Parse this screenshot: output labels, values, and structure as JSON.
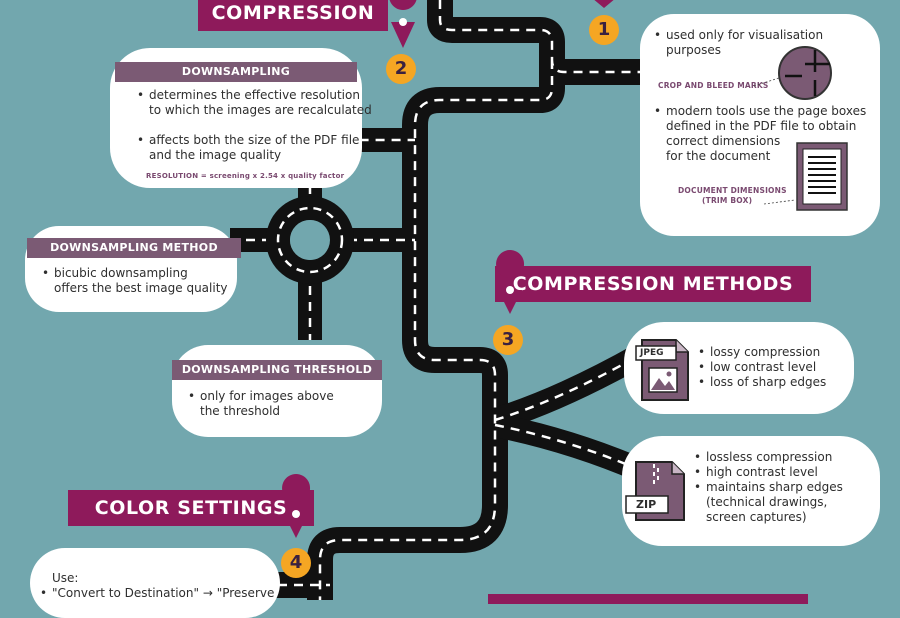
{
  "banners": {
    "compression": "COMPRESSION",
    "compression_methods": "COMPRESSION METHODS",
    "color_settings": "COLOR SETTINGS"
  },
  "badges": [
    "1",
    "2",
    "3",
    "4"
  ],
  "step1": {
    "bullet1_line1": "used only for visualisation",
    "bullet1_line2": "purposes",
    "crop_label": "CROP AND BLEED MARKS",
    "bullet2_line1": "modern tools use the page boxes",
    "bullet2_line2": "defined in the PDF file to obtain",
    "bullet2_line3": "correct dimensions",
    "bullet2_line4": "for the document",
    "doc_label_line1": "DOCUMENT DIMENSIONS",
    "doc_label_line2": "(TRIM BOX)"
  },
  "downsampling": {
    "header": "DOWNSAMPLING",
    "b1_line1": "determines the effective resolution",
    "b1_line2": "to which the images are recalculated",
    "b2_line1": "affects both the size of the PDF file",
    "b2_line2": "and the image quality",
    "formula": "RESOLUTION = screening x 2.54 x quality factor"
  },
  "downsampling_method": {
    "header": "DOWNSAMPLING METHOD",
    "line1": "bicubic downsampling",
    "line2": "offers the best image quality"
  },
  "downsampling_threshold": {
    "header": "DOWNSAMPLING THRESHOLD",
    "line1": "only for images above",
    "line2": "the threshold"
  },
  "jpeg": {
    "icon_label": "JPEG",
    "items": [
      "lossy compression",
      "low contrast level",
      "loss of sharp edges"
    ]
  },
  "zip": {
    "icon_label": "ZIP",
    "items": [
      "lossless compression",
      "high contrast level",
      "maintains sharp edges"
    ],
    "extra1": "(technical drawings,",
    "extra2": "screen captures)"
  },
  "color": {
    "use": "Use:",
    "line1": "\"Convert to Destination\" → \"Preserve"
  },
  "colors": {
    "background": "#72a7ae",
    "road": "#111111",
    "banner": "#8e1a5b",
    "header": "#7b5a74",
    "badge": "#f5a623"
  }
}
